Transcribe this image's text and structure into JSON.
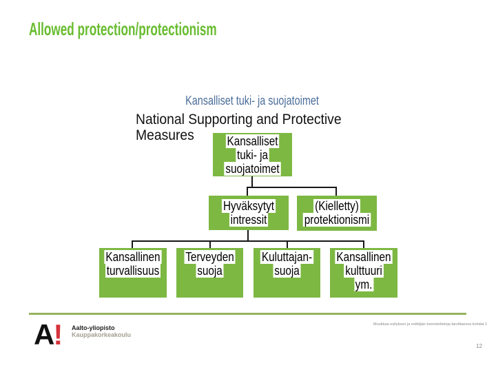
{
  "slide": {
    "title": "Allowed protection/protectionism"
  },
  "diagram": {
    "heading": "Kansalliset tuki- ja suojatoimet",
    "overlay_translation": "National Supporting and Protective Measures",
    "root_box": {
      "line1": "Kansalliset",
      "line2": "tuki- ja",
      "line3": "suojatoimet"
    },
    "level2_boxes": {
      "allowed": {
        "line1": "Hyväksytyt",
        "line2": "intressit"
      },
      "forbidden": {
        "line1": "(Kielletty)",
        "line2": "protektionismi"
      }
    },
    "level3_boxes": {
      "security": {
        "line1": "Kansallinen",
        "line2": "turvallisuus"
      },
      "health": {
        "line1": "Terveyden",
        "line2": "suoja"
      },
      "consumer": {
        "line1": "Kuluttajan-",
        "line2": "suoja"
      },
      "culture": {
        "line1": "Kansallinen",
        "line2": "kulttuuri",
        "line3": "ym."
      }
    }
  },
  "footer": {
    "logo_a": "A",
    "logo_exclamation": "!",
    "university": "Aalto-yliopisto",
    "school": "Kauppakorkeakoulu",
    "note": "Muokkaa esityksen ja esittäjän tunnistetietoja tarvittaessa kohdat 1",
    "page_number": "12"
  },
  "colors": {
    "title_green": "#68bc2f",
    "box_green": "#7db843",
    "heading_blue": "#4a6d99",
    "footer_rule_green": "#95b35d",
    "logo_red": "#d6333b",
    "muted_gray": "#8a8a8a"
  }
}
